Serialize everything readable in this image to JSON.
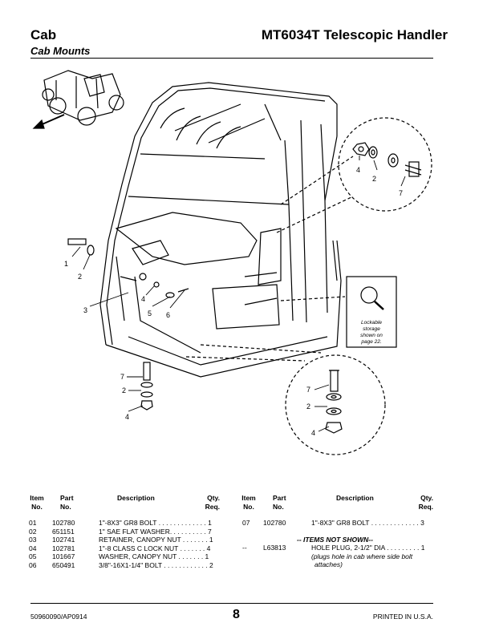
{
  "header": {
    "left_title": "Cab",
    "right_title": "MT6034T Telescopic Handler",
    "subtitle": "Cab Mounts"
  },
  "diagram": {
    "callouts": {
      "c1": "1",
      "c2": "2",
      "c3": "3",
      "c4": "4",
      "c5": "5",
      "c6": "6",
      "c7": "7",
      "c8": "2",
      "c9": "4",
      "top_a": "4",
      "top_b": "2",
      "top_c": "7",
      "bot_a": "7",
      "bot_b": "2",
      "bot_c": "4"
    },
    "storage_note": [
      "Lockable",
      "storage",
      "shown on",
      "page 22."
    ]
  },
  "table": {
    "headers": {
      "item_l1": "Item",
      "item_l2": "No.",
      "part_l1": "Part",
      "part_l2": "No.",
      "desc": "Description",
      "qty_l1": "Qty.",
      "qty_l2": "Req."
    },
    "left_rows": [
      {
        "item": "01",
        "part": "102780",
        "desc": "1\"-8X3\" GR8 BOLT . . . . . . . . . . . . . 1"
      },
      {
        "item": "02",
        "part": "651151",
        "desc": "1\" SAE FLAT WASHER. . . . . . . . . . 7"
      },
      {
        "item": "03",
        "part": "102741",
        "desc": "RETAINER, CANOPY NUT . . . . . . . 1"
      },
      {
        "item": "04",
        "part": "102781",
        "desc": "1\"-8 CLASS C LOCK NUT  . . . . . . . 4"
      },
      {
        "item": "05",
        "part": "101667",
        "desc": "WASHER, CANOPY NUT  . . . . . . . 1"
      },
      {
        "item": "06",
        "part": "650491",
        "desc": "3/8\"-16X1-1/4\" BOLT . . . . . . . . . . . . 2"
      }
    ],
    "right_rows": [
      {
        "item": "07",
        "part": "102780",
        "desc": "1\"-8X3\" GR8 BOLT . . . . . . . . . . . . . 3"
      }
    ],
    "not_shown_label": "-- ITEMS NOT SHOWN--",
    "not_shown_item": {
      "item": "--",
      "part": "L63813",
      "desc": "HOLE PLUG, 2-1/2\" DIA . . . . . . . . . 1"
    },
    "not_shown_note1": "(plugs hole in cab where side bolt",
    "not_shown_note2": "attaches)"
  },
  "footer": {
    "doc_no": "50960090/AP0914",
    "page": "8",
    "printed": "PRINTED IN U.S.A."
  }
}
